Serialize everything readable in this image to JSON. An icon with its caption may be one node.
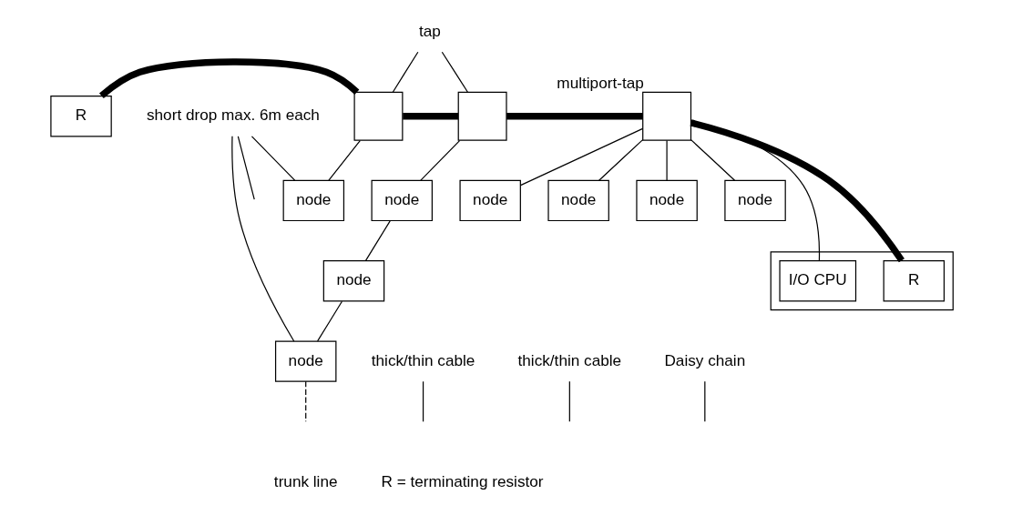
{
  "diagram": {
    "nodes": [
      {
        "text": [
          "R"
        ]
      },
      {
        "text": [],
        "shape": "box"
      },
      {
        "text": [],
        "shape": "box"
      },
      {
        "text": [],
        "shape": "box",
        "beside": [
          "multiport-tap"
        ]
      },
      {
        "text": [],
        "shape": "box"
      },
      {
        "text": [
          "R"
        ],
        "in": 4
      },
      {
        "text": [
          "I/O CPU"
        ],
        "in": 4
      },
      {
        "text": [
          "node"
        ]
      },
      {
        "text": [
          "node"
        ]
      },
      {
        "text": [
          "node"
        ]
      },
      {
        "text": [
          "node"
        ]
      },
      {
        "text": [
          "node"
        ]
      },
      {
        "text": [
          "node"
        ]
      },
      {
        "text": [
          "node"
        ]
      },
      {
        "text": [
          "node"
        ]
      },
      {
        "text": [
          "tap"
        ]
      },
      {
        "text": [
          "thick/thin cable"
        ]
      },
      {
        "text": [
          "thick/thin cable"
        ]
      },
      {
        "text": [
          "Daisy chain"
        ]
      },
      {
        "text": [
          "short drop max. 6m each"
        ]
      }
    ],
    "edges": [
      {
        "from": 0,
        "to": 1,
        "arrow": "none",
        "style": "thick"
      },
      {
        "from": 1,
        "to": 2,
        "arrow": "none",
        "style": "thick"
      },
      {
        "from": 2,
        "to": 3,
        "arrow": "none",
        "style": "thick"
      },
      {
        "from": 3,
        "to": 5,
        "arrow": "none",
        "style": "thick"
      },
      {
        "from": 3,
        "to": 6,
        "arrow": "none"
      },
      {
        "from": 1,
        "to": 7,
        "arrow": "none"
      },
      {
        "from": 2,
        "to": 8,
        "arrow": "none"
      },
      {
        "from": 8,
        "to": 9,
        "arrow": "none"
      },
      {
        "from": 9,
        "to": 10,
        "arrow": "none"
      },
      {
        "from": 10,
        "to": null,
        "arrow": "none",
        "style": "dashed"
      },
      {
        "from": 3,
        "to": 11,
        "arrow": "none"
      },
      {
        "from": 3,
        "to": 12,
        "arrow": "none"
      },
      {
        "from": 3,
        "to": 13,
        "arrow": "none"
      },
      {
        "from": 3,
        "to": 14,
        "arrow": "none"
      },
      {
        "from": 15,
        "to": 1,
        "arrow": "none"
      },
      {
        "from": 15,
        "to": 2,
        "arrow": "none"
      },
      {
        "from": 16,
        "to": null,
        "arrow": "none"
      },
      {
        "from": 17,
        "to": null,
        "arrow": "none"
      },
      {
        "from": 18,
        "to": null,
        "arrow": "none"
      },
      {
        "from": 19,
        "to": 7,
        "arrow": "none"
      },
      {
        "from": 19,
        "to": 10,
        "arrow": "none"
      },
      {
        "from": 19,
        "to": null,
        "arrow": "none"
      }
    ],
    "labels": [
      "trunk line",
      "R = terminating resistor"
    ]
  }
}
